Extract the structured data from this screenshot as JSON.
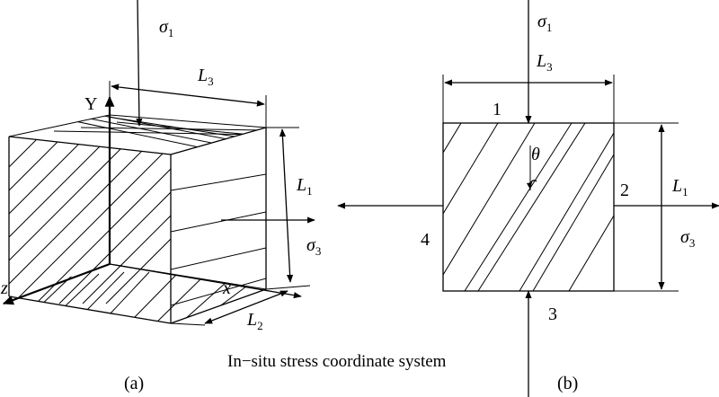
{
  "caption": "In−situ stress coordinate system",
  "panel_a": {
    "label": "(a)",
    "axis_y": "Y",
    "axis_x": "x",
    "axis_z": "z",
    "dim_top": "L",
    "dim_top_sub": "3",
    "dim_side": "L",
    "dim_side_sub": "1",
    "dim_bottom": "L",
    "dim_bottom_sub": "2",
    "stress_top": "σ",
    "stress_top_sub": "1",
    "stress_right": "σ",
    "stress_right_sub": "3"
  },
  "panel_b": {
    "label": "(b)",
    "dim_top": "L",
    "dim_top_sub": "3",
    "dim_right": "L",
    "dim_right_sub": "1",
    "stress_top": "σ",
    "stress_top_sub": "1",
    "stress_right": "σ",
    "stress_right_sub": "3",
    "angle": "θ",
    "face_top": "1",
    "face_right": "2",
    "face_bottom": "3",
    "face_left": "4"
  },
  "colors": {
    "ink": "#000000",
    "background": "#ffffff"
  }
}
